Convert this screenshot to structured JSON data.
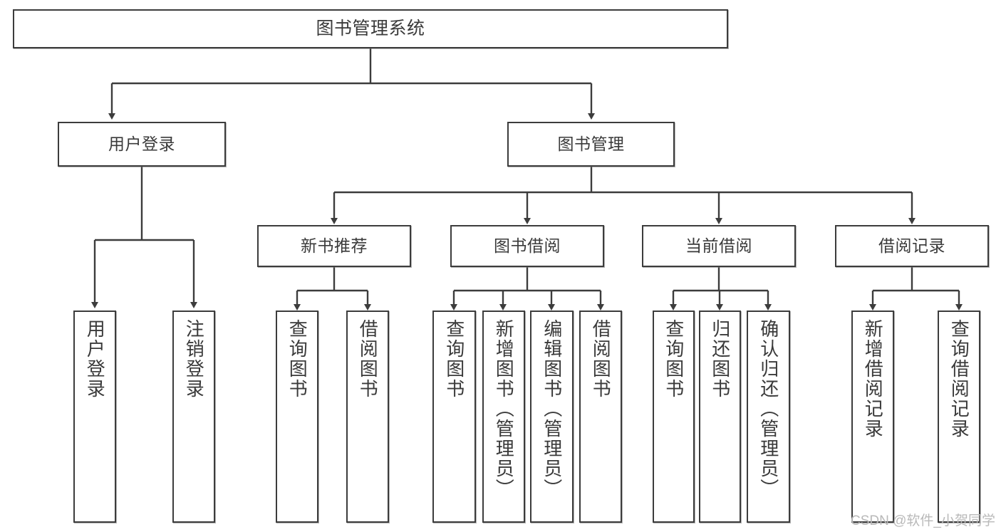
{
  "diagram": {
    "title": "图书管理系统",
    "type": "tree",
    "orientation": "top-down",
    "colors": {
      "background": "#ffffff",
      "node_border": "#3c3c3c",
      "node_fill": "#ffffff",
      "text": "#3a3a3a",
      "edge": "#3c3c3c",
      "watermark": "#b9b9b9"
    }
  },
  "nodes": {
    "root": {
      "label": "图书管理系统"
    },
    "level1": [
      {
        "label": "用户登录"
      },
      {
        "label": "图书管理"
      }
    ],
    "level2": [
      {
        "label": "新书推荐"
      },
      {
        "label": "图书借阅"
      },
      {
        "label": "当前借阅"
      },
      {
        "label": "借阅记录"
      }
    ],
    "leaves": {
      "user_login": [
        {
          "label": "用户登录"
        },
        {
          "label": "注销登录"
        }
      ],
      "new_book_recommend": [
        {
          "label": "查询图书"
        },
        {
          "label": "借阅图书"
        }
      ],
      "book_borrow": [
        {
          "label": "查询图书"
        },
        {
          "label": "新增图书（管理员）"
        },
        {
          "label": "编辑图书（管理员）"
        },
        {
          "label": "借阅图书"
        }
      ],
      "current_borrow": [
        {
          "label": "查询图书"
        },
        {
          "label": "归还图书"
        },
        {
          "label": "确认归还（管理员）"
        }
      ],
      "borrow_record": [
        {
          "label": "新增借阅记录"
        },
        {
          "label": "查询借阅记录"
        }
      ]
    }
  },
  "watermark": {
    "text": "CSDN @软件_小贺同学"
  }
}
